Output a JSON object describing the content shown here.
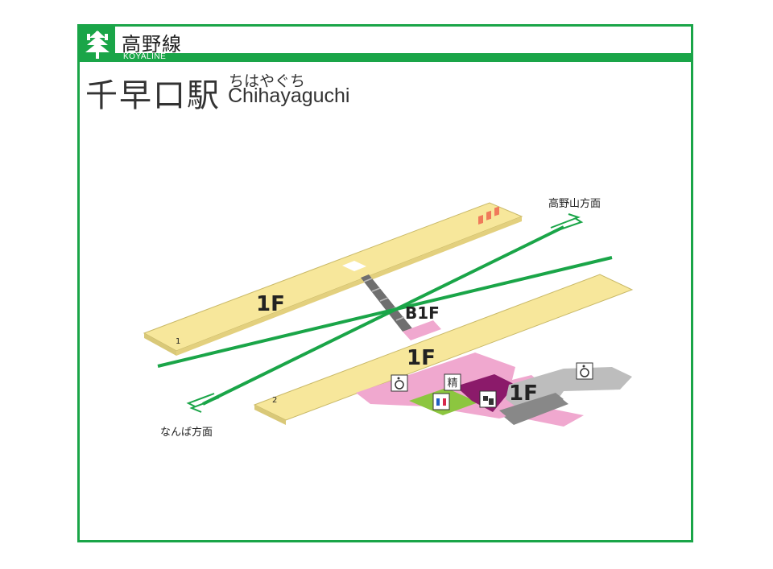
{
  "line": {
    "name": "高野線",
    "romaji": "KOYALINE"
  },
  "station": {
    "name": "千早口駅",
    "kana": "ちはやぐち",
    "romaji": "Chihayaguchi"
  },
  "directions": {
    "up": "高野山方面",
    "down": "なんば方面"
  },
  "floors": {
    "upper_platform": "1F",
    "underpass": "B1F",
    "lower_platform": "1F",
    "concourse": "1F"
  },
  "platforms": {
    "platform_1": "1",
    "platform_2": "2"
  },
  "facilities": {
    "fare_adjustment": "精"
  },
  "colors": {
    "brand": "#1aa548",
    "platform": "#f7e79b",
    "concourse": "#f0a8cf",
    "purple": "#8b1a6a",
    "toilet": "#8cc63f",
    "gray": "#bdbdbd"
  },
  "icons": [
    "tree-logo-icon",
    "wheelchair-icon",
    "toilet-icon",
    "ticket-machine-icon",
    "fare-adjustment-icon",
    "stairs-icon",
    "arrow-up-icon",
    "arrow-down-icon"
  ]
}
